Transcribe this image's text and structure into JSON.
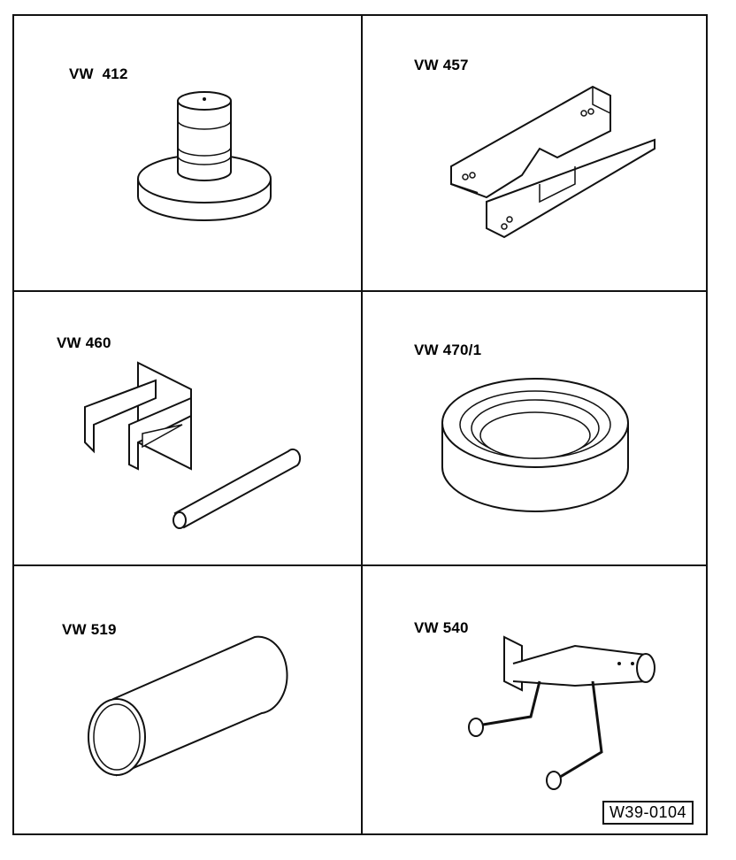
{
  "tools": [
    {
      "code": "VW  412"
    },
    {
      "code": "VW 457"
    },
    {
      "code": "VW 460"
    },
    {
      "code": "VW 470/1"
    },
    {
      "code": "VW 519"
    },
    {
      "code": "VW 540"
    }
  ],
  "figure_reference": "W39-0104"
}
